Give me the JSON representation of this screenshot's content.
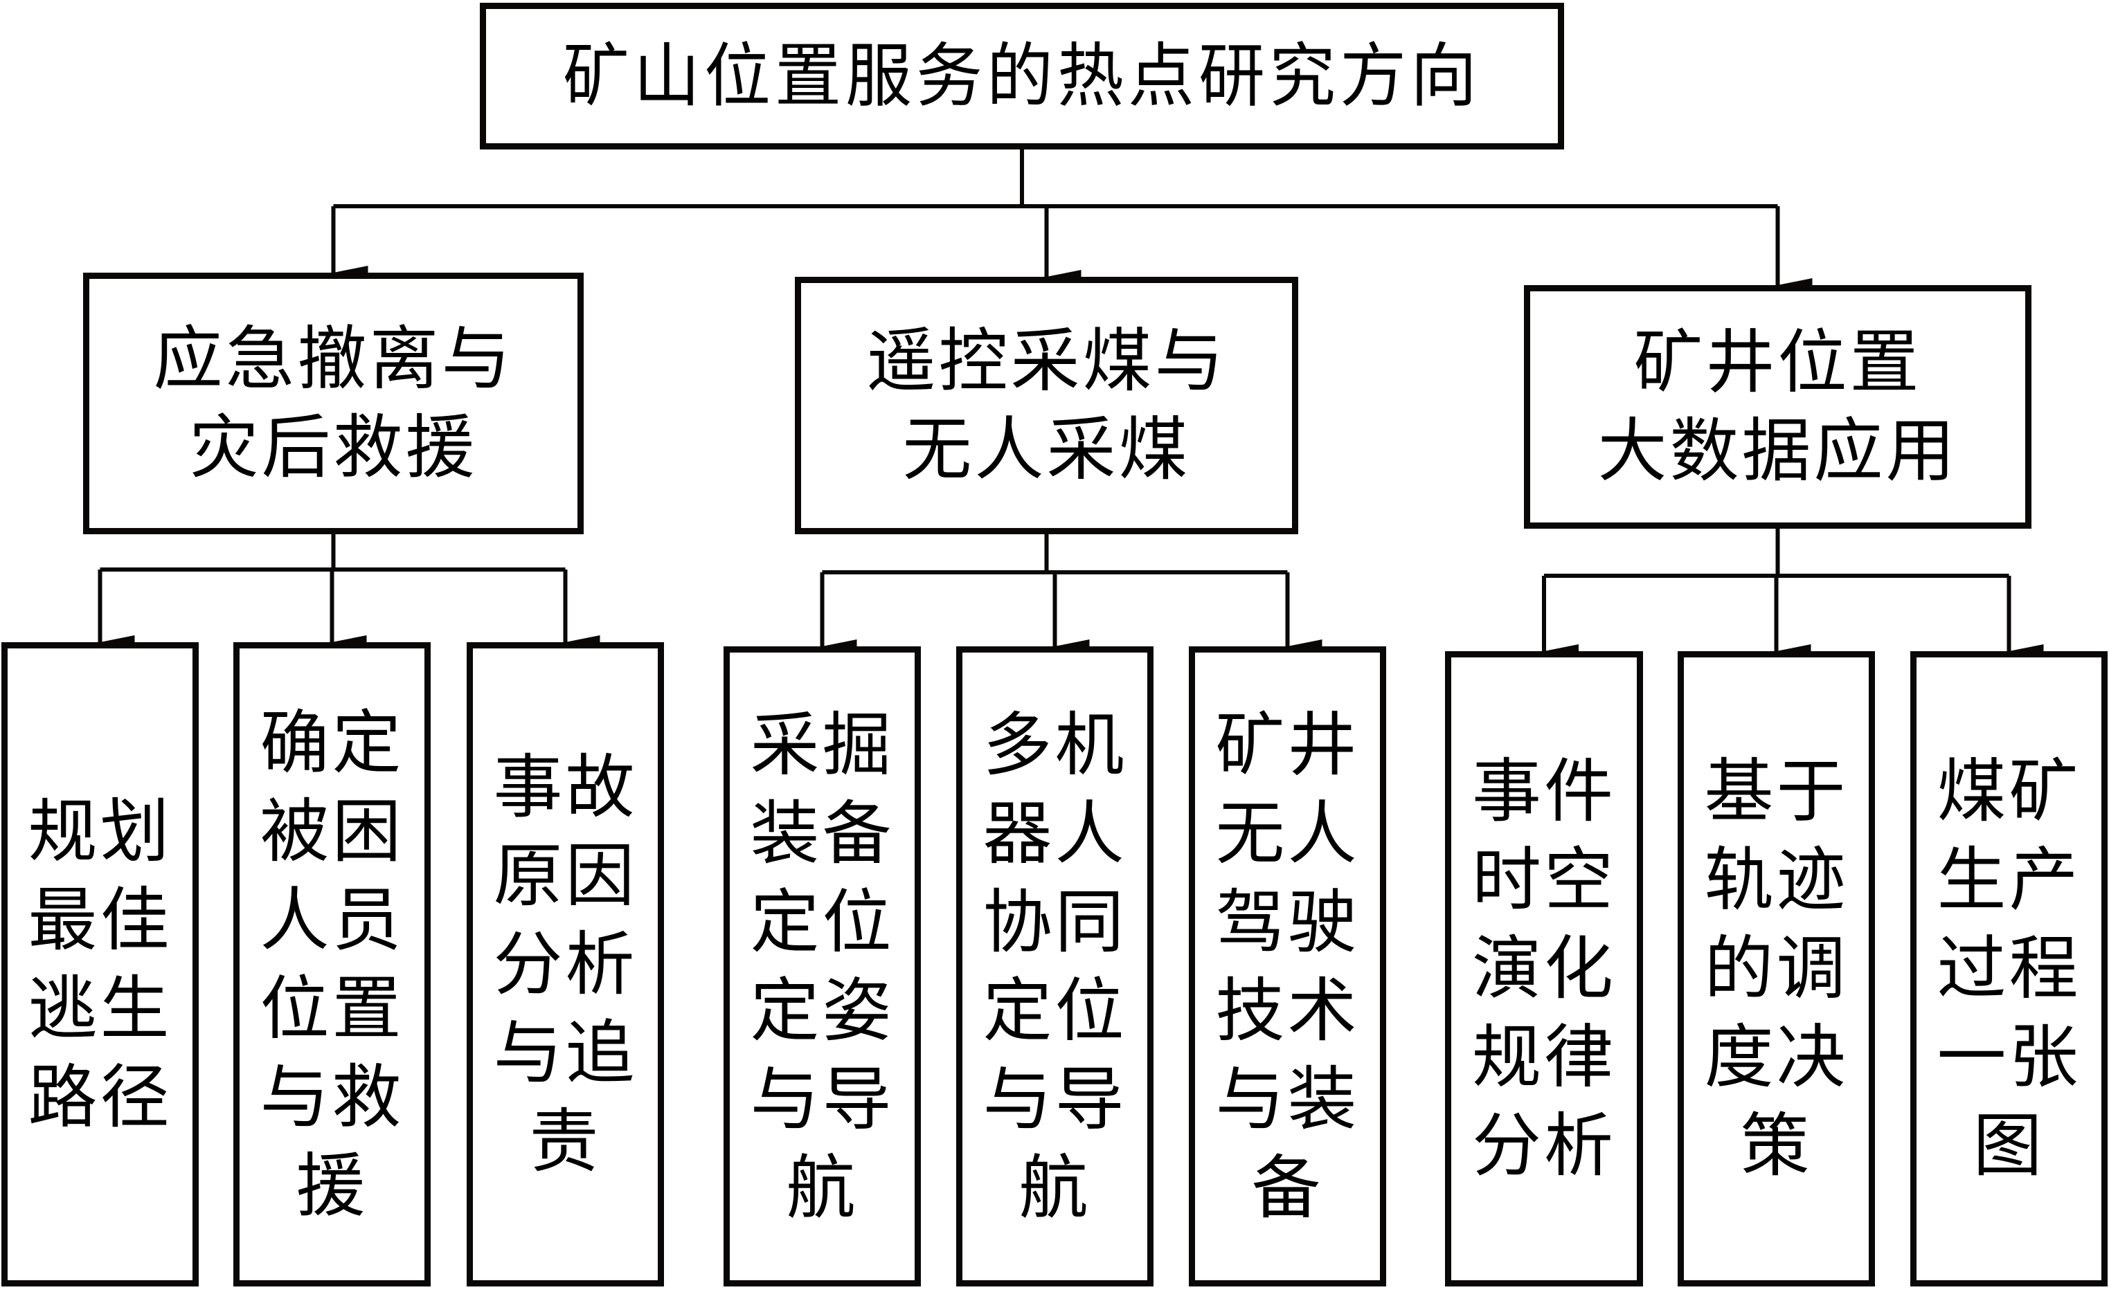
{
  "root": {
    "label": "矿山位置服务的热点研究方向"
  },
  "branches": [
    {
      "label_lines": [
        "应急撤离与",
        "灾后救援"
      ],
      "children": [
        {
          "label": "规划最佳逃生路径"
        },
        {
          "label": "确定被困人员位置与救援"
        },
        {
          "label": "事故原因分析与追责"
        }
      ]
    },
    {
      "label_lines": [
        "遥控采煤与",
        "无人采煤"
      ],
      "children": [
        {
          "label": "采掘装备定位定姿与导航"
        },
        {
          "label": "多机器人协同定位与导航"
        },
        {
          "label": "矿井无人驾驶技术与装备"
        }
      ]
    },
    {
      "label_lines": [
        "矿井位置",
        "大数据应用"
      ],
      "children": [
        {
          "label": "事件时空演化规律分析"
        },
        {
          "label": "基于轨迹的调度决策"
        },
        {
          "label": "煤矿生产过程一张图"
        }
      ]
    }
  ],
  "colors": {
    "line": "#0a0707",
    "background": "#ffffff"
  }
}
